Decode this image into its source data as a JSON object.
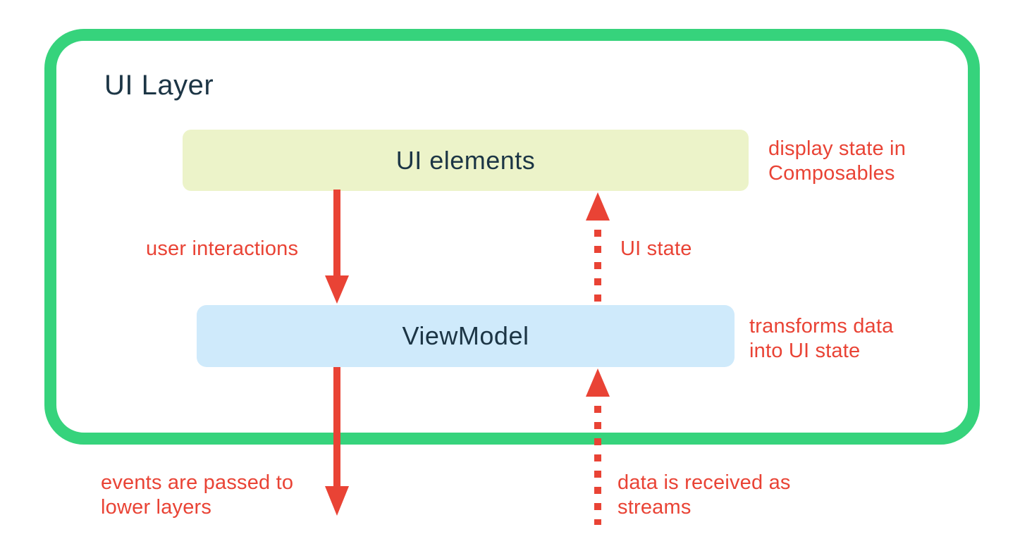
{
  "colors": {
    "green_border": "#36d37c",
    "box_yellow": "#ecf3c9",
    "box_blue": "#cfeafb",
    "red": "#e94335",
    "dark_text": "#1c3545",
    "canvas_bg": "#ffffff"
  },
  "diagram": {
    "title": "UI Layer",
    "boxes": {
      "ui_elements": {
        "label": "UI elements",
        "annotation": "display state in\nComposables"
      },
      "viewmodel": {
        "label": "ViewModel",
        "annotation": "transforms data\ninto UI state"
      }
    },
    "arrows": {
      "user_interactions": {
        "label": "user interactions",
        "style": "solid",
        "direction": "down"
      },
      "ui_state": {
        "label": "UI state",
        "style": "dotted",
        "direction": "up"
      },
      "events": {
        "label": "events are passed to\nlower layers",
        "style": "solid",
        "direction": "down"
      },
      "data_streams": {
        "label": "data is received as\nstreams",
        "style": "dotted",
        "direction": "up"
      }
    }
  }
}
